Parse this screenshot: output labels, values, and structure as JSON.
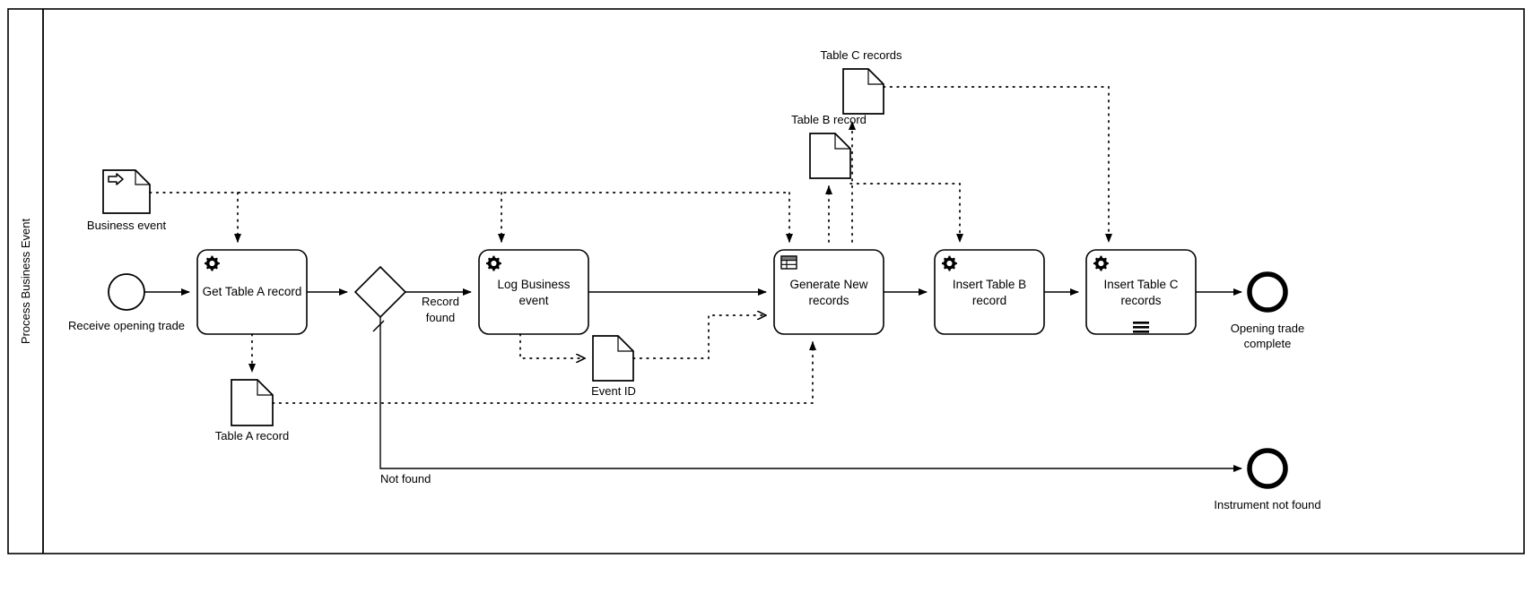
{
  "diagram": {
    "type": "bpmn-process-diagram",
    "pool": {
      "label": "Process Business Event"
    },
    "events": [
      {
        "id": "start",
        "kind": "start-event",
        "label": "Receive opening trade"
      },
      {
        "id": "end-ok",
        "kind": "end-event",
        "label": "Opening trade complete"
      },
      {
        "id": "end-nf",
        "kind": "end-event",
        "label": "Instrument not found"
      }
    ],
    "tasks": [
      {
        "id": "get-table-a",
        "label": "Get Table A record",
        "icon": "service-task-gear-icon",
        "marker": ""
      },
      {
        "id": "log-business-event",
        "label": "Log Business event",
        "icon": "service-task-gear-icon",
        "marker": ""
      },
      {
        "id": "generate-new-records",
        "label": "Generate New records",
        "icon": "business-rule-task-icon",
        "marker": ""
      },
      {
        "id": "insert-table-b",
        "label": "Insert Table B record",
        "icon": "service-task-gear-icon",
        "marker": ""
      },
      {
        "id": "insert-table-c",
        "label": "Insert Table C records",
        "icon": "service-task-gear-icon",
        "marker": "multi-instance-sequential"
      }
    ],
    "gateways": [
      {
        "id": "record-found-gw",
        "kind": "exclusive-gateway",
        "label": ""
      }
    ],
    "data_objects": [
      {
        "id": "business-event",
        "label": "Business event",
        "kind": "data-input"
      },
      {
        "id": "table-a-record",
        "label": "Table A record",
        "kind": "data-object"
      },
      {
        "id": "event-id",
        "label": "Event ID",
        "kind": "data-object"
      },
      {
        "id": "table-b-record",
        "label": "Table B record",
        "kind": "data-object"
      },
      {
        "id": "table-c-records",
        "label": "Table C records",
        "kind": "data-object"
      }
    ],
    "flow_labels": [
      {
        "id": "record-found",
        "text": "Record found"
      },
      {
        "id": "not-found",
        "text": "Not found"
      }
    ],
    "text": {
      "pool_label": "Process Business Event",
      "start_label": "Receive opening trade",
      "task_get_table_a": "Get Table A record",
      "task_log_business_event_line1": "Log Business",
      "task_log_business_event_line2": "event",
      "task_generate_new_line1": "Generate New",
      "task_generate_new_line2": "records",
      "task_insert_b_line1": "Insert Table B",
      "task_insert_b_line2": "record",
      "task_insert_c_line1": "Insert Table C",
      "task_insert_c_line2": "records",
      "label_record_found_line1": "Record",
      "label_record_found_line2": "found",
      "label_not_found": "Not found",
      "data_business_event": "Business event",
      "data_table_a_record": "Table A record",
      "data_event_id": "Event ID",
      "data_table_b_record": "Table B record",
      "data_table_c_records": "Table C records",
      "end_opening_trade_line1": "Opening trade",
      "end_opening_trade_line2": "complete",
      "end_instrument_not_found": "Instrument not found"
    },
    "colors": {
      "stroke": "#000000",
      "fill": "#ffffff",
      "background": "#ffffff"
    }
  }
}
